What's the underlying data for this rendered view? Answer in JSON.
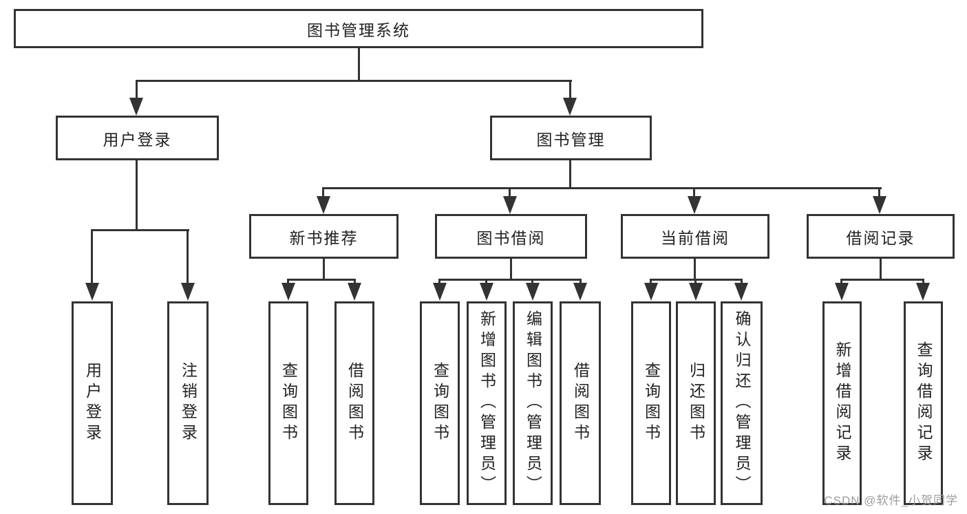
{
  "diagram": {
    "root": {
      "label": "图书管理系统",
      "children": [
        {
          "label": "用户登录",
          "children": [
            {
              "label": "用户登录"
            },
            {
              "label": "注销登录"
            }
          ]
        },
        {
          "label": "图书管理",
          "children": [
            {
              "label": "新书推荐",
              "children": [
                {
                  "label": "查询图书"
                },
                {
                  "label": "借阅图书"
                }
              ]
            },
            {
              "label": "图书借阅",
              "children": [
                {
                  "label": "查询图书"
                },
                {
                  "label": "新增图书（管理员）"
                },
                {
                  "label": "编辑图书（管理员）"
                },
                {
                  "label": "借阅图书"
                }
              ]
            },
            {
              "label": "当前借阅",
              "children": [
                {
                  "label": "查询图书"
                },
                {
                  "label": "归还图书"
                },
                {
                  "label": "确认归还（管理员）"
                }
              ]
            },
            {
              "label": "借阅记录",
              "children": [
                {
                  "label": "新增借阅记录"
                },
                {
                  "label": "查询借阅记录"
                }
              ]
            }
          ]
        }
      ]
    }
  },
  "watermark": {
    "text": "CSDN @软件_小贺同学"
  },
  "colors": {
    "line": "#333333",
    "text": "#222222",
    "box_background": "#ffffff",
    "page_background": "#ffffff",
    "watermark": "#9c9c9c"
  }
}
